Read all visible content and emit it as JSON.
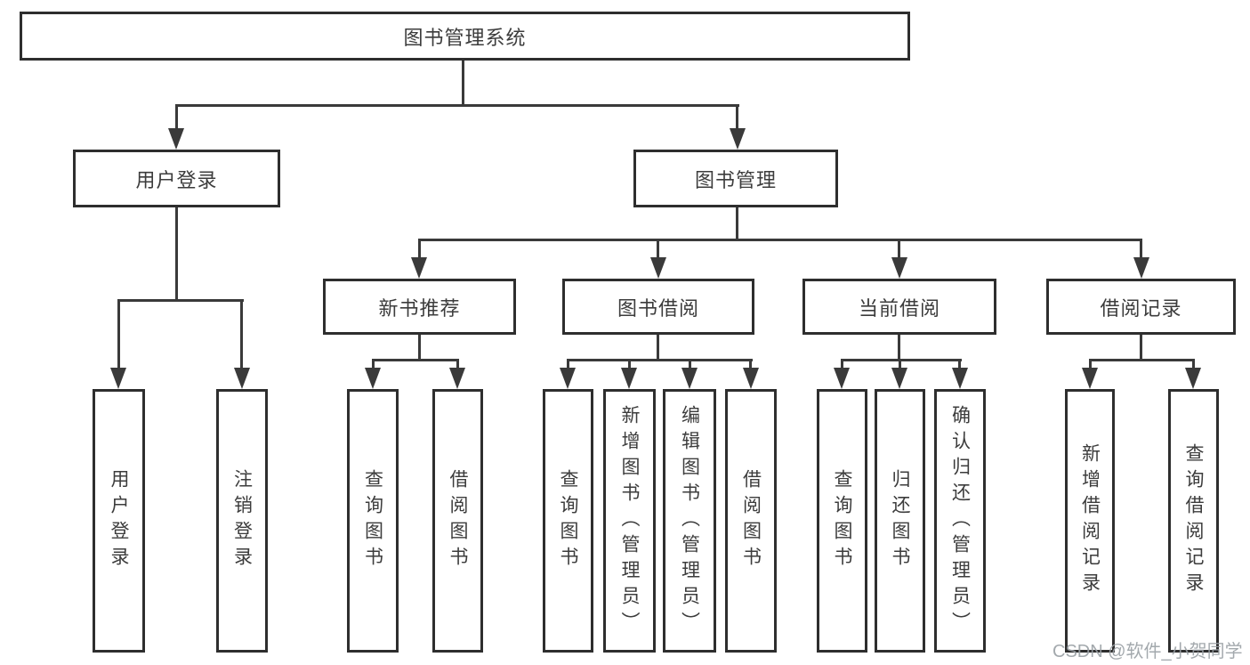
{
  "diagram": {
    "title": "图书管理系统",
    "branches": [
      {
        "label": "用户登录",
        "children": [
          {
            "label": "用户登录"
          },
          {
            "label": "注销登录"
          }
        ]
      },
      {
        "label": "图书管理",
        "children": [
          {
            "label": "新书推荐",
            "children": [
              {
                "label": "查询图书"
              },
              {
                "label": "借阅图书"
              }
            ]
          },
          {
            "label": "图书借阅",
            "children": [
              {
                "label": "查询图书"
              },
              {
                "label": "新增图书（管理员）"
              },
              {
                "label": "编辑图书（管理员）"
              },
              {
                "label": "借阅图书"
              }
            ]
          },
          {
            "label": "当前借阅",
            "children": [
              {
                "label": "查询图书"
              },
              {
                "label": "归还图书"
              },
              {
                "label": "确认归还（管理员）"
              }
            ]
          },
          {
            "label": "借阅记录",
            "children": [
              {
                "label": "新增借阅记录"
              },
              {
                "label": "查询借阅记录"
              }
            ]
          }
        ]
      }
    ]
  },
  "watermark": {
    "text": "CSDN @软件_小贺同学"
  },
  "colors": {
    "background": "#ffffff",
    "box_border": "#2e2e2e",
    "connector_line": "#3a3a3a",
    "text": "#3c3c3c",
    "watermark_text": "#9aa0a5"
  }
}
